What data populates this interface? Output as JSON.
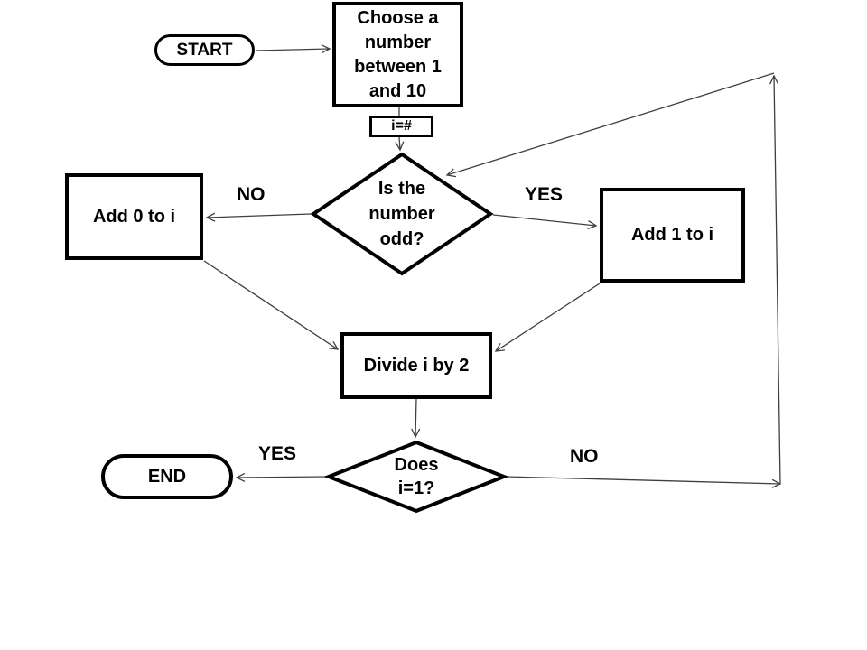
{
  "colors": {
    "background": "#ffffff",
    "shape_border": "#000000",
    "text": "#000000",
    "connector": "#3f3f3f"
  },
  "nodes": {
    "start": {
      "label": "START",
      "type": "terminator"
    },
    "choose": {
      "label": "Choose a number between 1 and 10",
      "type": "process"
    },
    "assign": {
      "label": "i=#",
      "type": "process"
    },
    "is_odd": {
      "label": "Is the number odd?",
      "type": "decision"
    },
    "add0": {
      "label": "Add 0 to i",
      "type": "process"
    },
    "add1": {
      "label": "Add 1 to i",
      "type": "process"
    },
    "divide": {
      "label": "Divide i by 2",
      "type": "process"
    },
    "is_one": {
      "label": "Does i=1?",
      "type": "decision"
    },
    "end": {
      "label": "END",
      "type": "terminator"
    }
  },
  "edge_labels": {
    "no_left": "NO",
    "yes_right": "YES",
    "yes_bottom": "YES",
    "no_bottom": "NO"
  }
}
